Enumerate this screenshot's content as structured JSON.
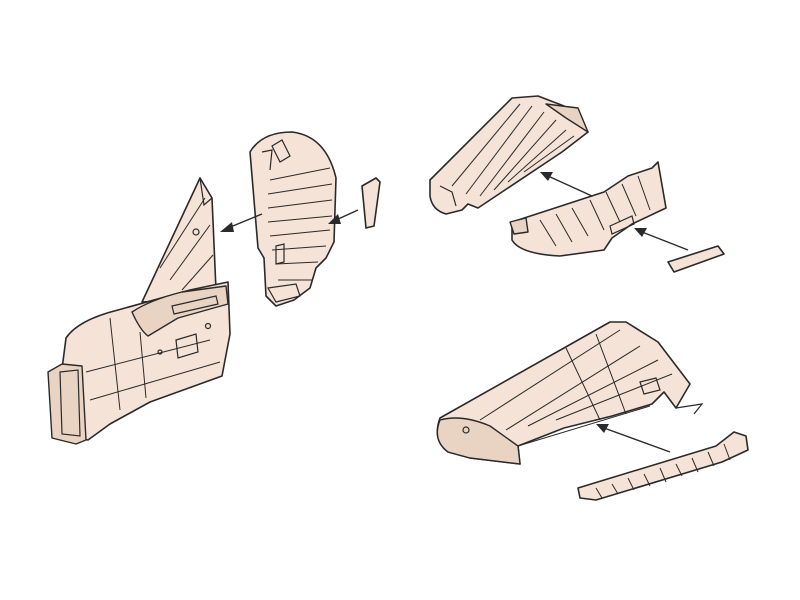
{
  "diagram": {
    "description_visible_text": [],
    "colors": {
      "part_fill": "#f4e3d6",
      "part_fill_dark": "#e9d4c4",
      "outline": "#2a2a2a",
      "background": "#ffffff"
    },
    "groups": [
      {
        "name": "tail-fin-assembly",
        "parts": [
          "fuselage-tail-section",
          "vertical-fin",
          "rudder",
          "rudder-trim-tab"
        ]
      },
      {
        "name": "horizontal-stabilizer-assembly",
        "parts": [
          "stabilizer",
          "elevator",
          "elevator-trim-tab"
        ]
      },
      {
        "name": "wing-assembly",
        "parts": [
          "wing-section",
          "aileron"
        ]
      }
    ]
  }
}
